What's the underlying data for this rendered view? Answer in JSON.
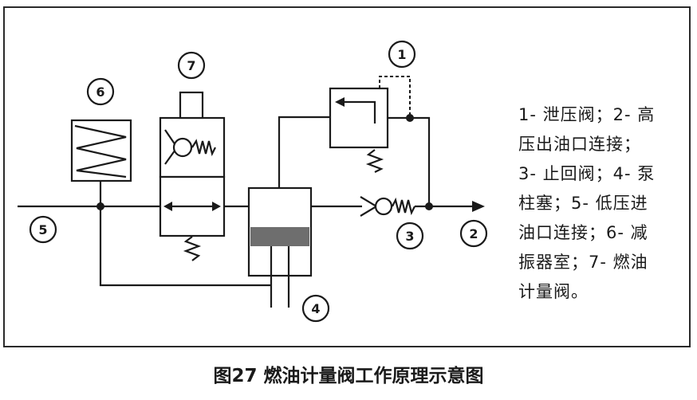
{
  "callouts": {
    "n1": "1",
    "n2": "2",
    "n3": "3",
    "n4": "4",
    "n5": "5",
    "n6": "6",
    "n7": "7"
  },
  "legend": {
    "line1": "1- 泄压阀；2- 高",
    "line2": "压出油口连接；",
    "line3": "3- 止回阀；4- 泵",
    "line4": "柱塞；5- 低压进",
    "line5": "油口连接；6- 减",
    "line6": "振器室；7- 燃油",
    "line7": "计量阀。"
  },
  "caption": "图27 燃油计量阀工作原理示意图",
  "colors": {
    "line": "#1a1a1a",
    "piston_band": "#6e6e6e",
    "background": "#ffffff"
  }
}
